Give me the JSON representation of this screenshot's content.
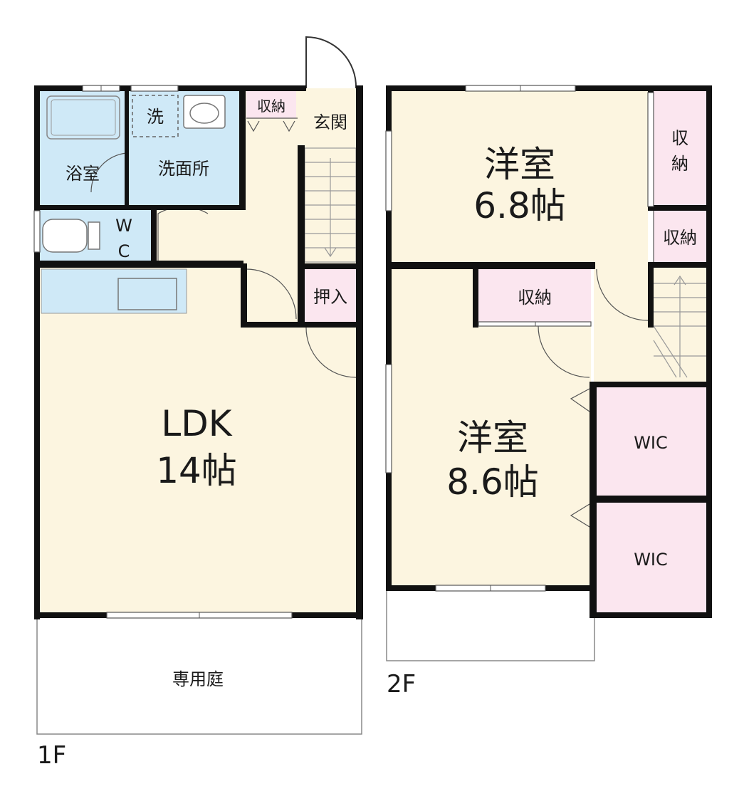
{
  "floor1": {
    "label": "1F",
    "rooms": {
      "bath": "浴室",
      "washer": "洗",
      "washroom": "洗面所",
      "storage": "収納",
      "entrance": "玄関",
      "wc_w": "W",
      "wc_c": "C",
      "closet": "押入",
      "ldk": "LDK",
      "ldk_size": "14帖",
      "garden": "専用庭"
    }
  },
  "floor2": {
    "label": "2F",
    "rooms": {
      "room1": "洋室",
      "room1_size": "6.8帖",
      "storage_top_a": "収",
      "storage_top_b": "納",
      "storage_mid": "収納",
      "storage_center": "収納",
      "room2": "洋室",
      "room2_size": "8.6帖",
      "wic1": "WIC",
      "wic2": "WIC"
    }
  },
  "colors": {
    "wall": "#111111",
    "floor_wood": "#fcf5e0",
    "wet_area": "#cfe9f7",
    "storage": "#fbe6ef"
  }
}
